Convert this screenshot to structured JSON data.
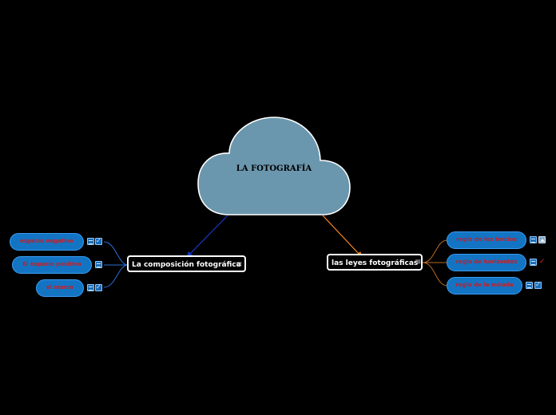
{
  "central": {
    "title": "LA FOTOGRAFÍA",
    "fill": "#6b97ae"
  },
  "branches": {
    "left": {
      "label": "La composición fotográfica",
      "line_color": "#1838c8",
      "items": [
        {
          "label": "espacio negativo",
          "icons": [
            "note-icon",
            "check-icon"
          ]
        },
        {
          "label": "El espacio positivo",
          "icons": [
            "note-icon"
          ]
        },
        {
          "label": "el marco",
          "icons": [
            "note-icon",
            "check-icon"
          ]
        }
      ]
    },
    "right": {
      "label": "las leyes fotográficas",
      "line_color": "#ff8a1a",
      "items": [
        {
          "label": "regla de los tercios",
          "icons": [
            "note-icon",
            "image-icon"
          ]
        },
        {
          "label": "regla de horizontes",
          "icons": [
            "note-icon",
            "checkmark-icon"
          ]
        },
        {
          "label": "regla de la mirada",
          "icons": [
            "note-icon",
            "check-icon"
          ]
        }
      ]
    }
  },
  "colors": {
    "background": "#000000",
    "subtopic_fill": "#1374c4",
    "subtopic_text": "#c0202a",
    "left_connectors": "#2a6fd0",
    "right_connectors": "#b86a20"
  }
}
